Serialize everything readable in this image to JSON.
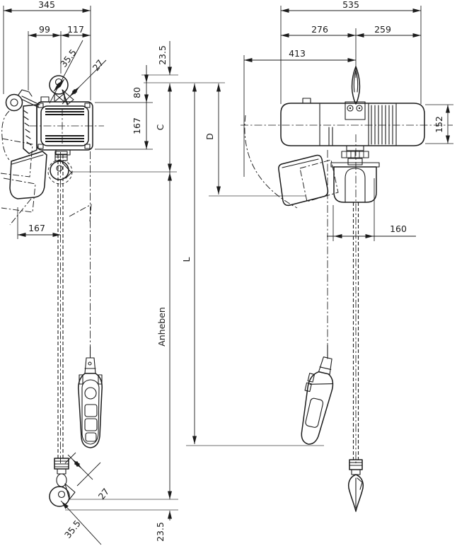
{
  "drawing": {
    "type": "technical-drawing",
    "subject": "electric chain hoist dimensional drawing, front and side views",
    "colors": {
      "line": "#1b1b1b",
      "reference_line": "#8d8d8d",
      "background": "#ffffff"
    },
    "front_view": {
      "total_width": "345",
      "left_width": "99",
      "right_width": "117",
      "top_hook_saddle": "35.5",
      "top_hook_opening": "27",
      "top_offset": "23.5",
      "headroom_top": "80",
      "body_height": "167",
      "c_dim": "C",
      "bag_offset": "167",
      "lift_label": "Anheben",
      "bottom_hook_opening": "27",
      "bottom_hook_saddle": "35.5",
      "bottom_offset": "23.5"
    },
    "side_view": {
      "total_width": "535",
      "left_width": "276",
      "right_width": "259",
      "swing_radius": "413",
      "body_height": "152",
      "hook_offset": "160",
      "d_dim": "D",
      "l_dim": "L"
    }
  }
}
